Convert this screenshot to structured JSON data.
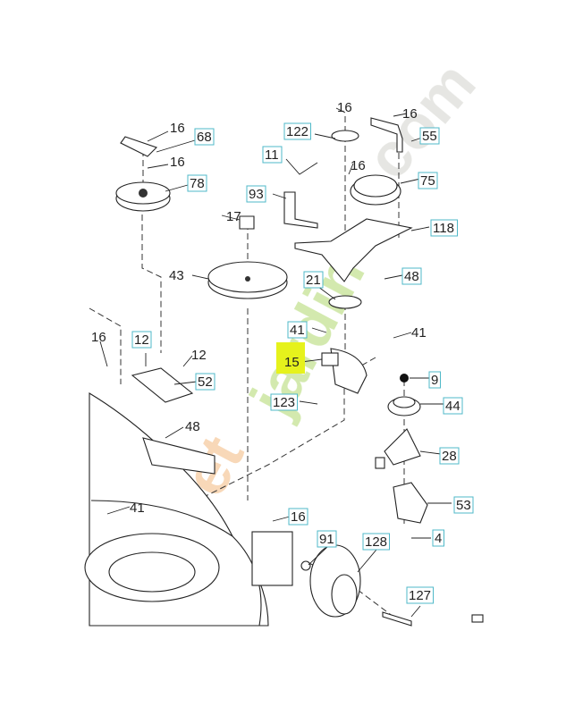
{
  "diagram": {
    "title": "Mower deck belt pulley exploded parts view",
    "highlight_color": "#e6f21c",
    "box_color": "#4fb8c8",
    "watermark_text": "feretjardin.com",
    "labels": [
      {
        "num": "16",
        "boxed": false
      },
      {
        "num": "68",
        "boxed": true
      },
      {
        "num": "16",
        "boxed": false
      },
      {
        "num": "78",
        "boxed": true
      },
      {
        "num": "122",
        "boxed": true
      },
      {
        "num": "16",
        "boxed": false
      },
      {
        "num": "16",
        "boxed": false
      },
      {
        "num": "55",
        "boxed": true
      },
      {
        "num": "11",
        "boxed": true
      },
      {
        "num": "16",
        "boxed": false
      },
      {
        "num": "93",
        "boxed": true
      },
      {
        "num": "75",
        "boxed": true
      },
      {
        "num": "17",
        "boxed": false
      },
      {
        "num": "118",
        "boxed": true
      },
      {
        "num": "43",
        "boxed": false
      },
      {
        "num": "21",
        "boxed": true
      },
      {
        "num": "48",
        "boxed": true
      },
      {
        "num": "41",
        "boxed": true
      },
      {
        "num": "41",
        "boxed": false
      },
      {
        "num": "15",
        "boxed": false,
        "highlighted": true
      },
      {
        "num": "16",
        "boxed": false
      },
      {
        "num": "12",
        "boxed": true
      },
      {
        "num": "12",
        "boxed": false
      },
      {
        "num": "52",
        "boxed": true
      },
      {
        "num": "9",
        "boxed": true
      },
      {
        "num": "123",
        "boxed": true
      },
      {
        "num": "44",
        "boxed": true
      },
      {
        "num": "48",
        "boxed": false
      },
      {
        "num": "28",
        "boxed": true
      },
      {
        "num": "53",
        "boxed": true
      },
      {
        "num": "41",
        "boxed": false
      },
      {
        "num": "16",
        "boxed": true
      },
      {
        "num": "91",
        "boxed": true
      },
      {
        "num": "128",
        "boxed": true
      },
      {
        "num": "4",
        "boxed": true
      },
      {
        "num": "127",
        "boxed": true
      }
    ]
  }
}
